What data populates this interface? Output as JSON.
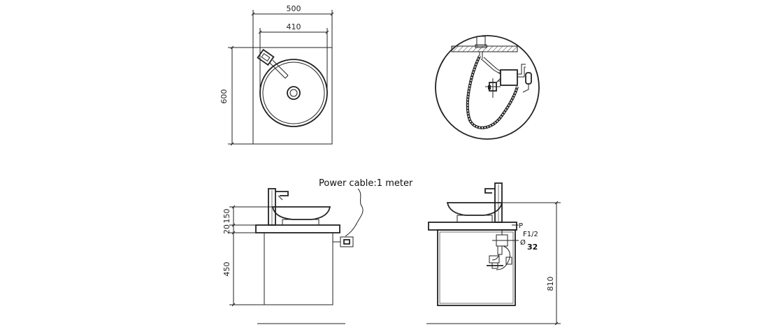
{
  "top_view": {
    "width_label": "500",
    "basin_label": "410",
    "depth_label": "600"
  },
  "side_view": {
    "power_cable_label": "Power cable:1 meter",
    "dim_150": "150",
    "dim_20": "20",
    "dim_450": "450"
  },
  "front_view": {
    "p_label": "P",
    "f_label": "F1/2",
    "phi_label": "Ø",
    "phi_value": "32",
    "height_label": "810"
  }
}
